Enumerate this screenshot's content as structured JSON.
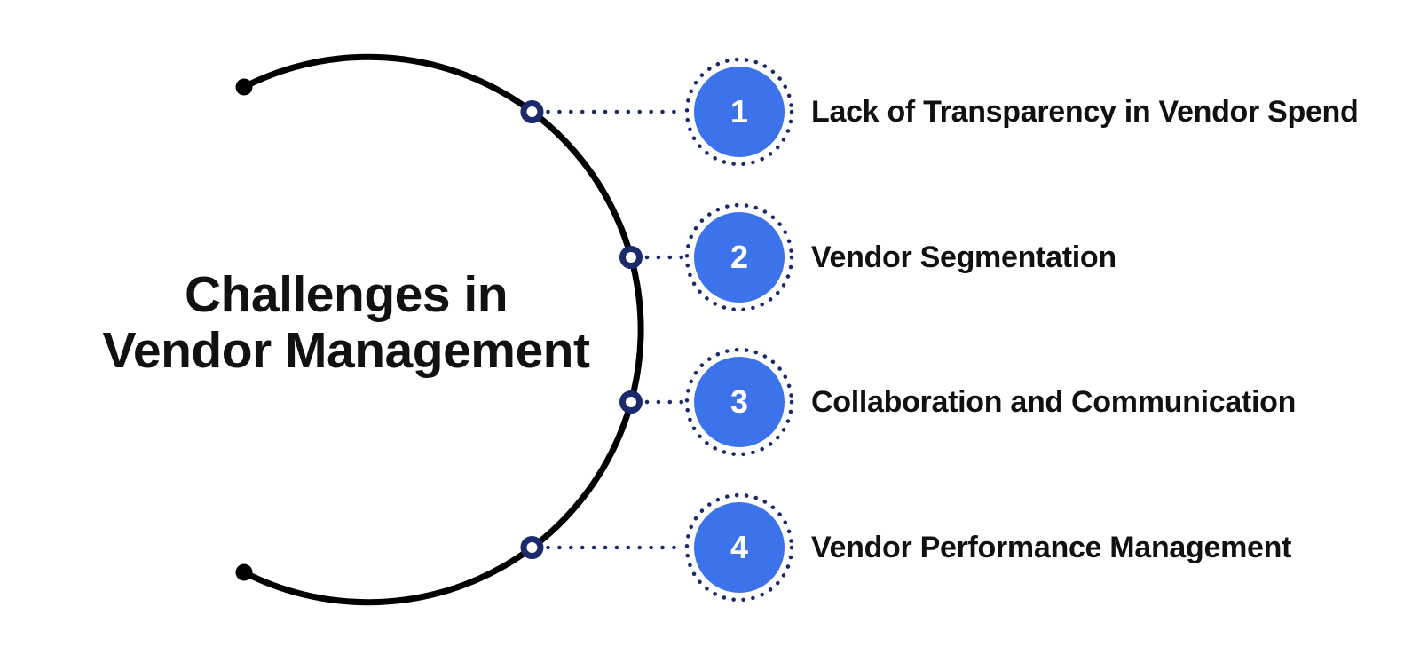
{
  "diagram": {
    "title": {
      "line1": "Challenges in",
      "line2": "Vendor Management"
    },
    "items": [
      {
        "number": "1",
        "label": "Lack of Transparency in Vendor Spend"
      },
      {
        "number": "2",
        "label": "Vendor Segmentation"
      },
      {
        "number": "3",
        "label": "Collaboration and Communication"
      },
      {
        "number": "4",
        "label": "Vendor Performance Management"
      }
    ],
    "icons": {
      "arc_curve": "open-circle-arc",
      "arc_endpoint": "filled-dot",
      "arc_node": "ring-marker",
      "connector": "dotted-line",
      "badge_halo": "dotted-ring"
    },
    "colors": {
      "background": "#ffffff",
      "arc": "#000000",
      "navy": "#1B2A6B",
      "accent_blue": "#3C73EB",
      "number_text": "#ffffff",
      "label_text": "#111111"
    }
  }
}
